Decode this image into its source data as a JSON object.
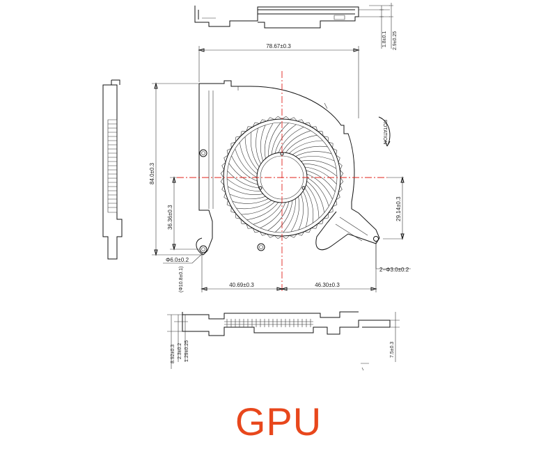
{
  "caption": "GPU",
  "caption_color": "#e8471c",
  "centerline_color": "#e0201a",
  "dimensions": {
    "top_view_height_1": "1.8±0.1",
    "top_view_height_2": "2.9±0.25",
    "overall_width": "78.67±0.3",
    "overall_height": "84.0±0.3",
    "hole_to_center_vertical": "36.36±0.3",
    "right_vertical": "29.14±0.3",
    "hole_diameter": "Φ6.0±0.2",
    "hole_secondary": "(Φ10.8±0.1)",
    "left_to_center": "40.69±0.3",
    "center_to_right": "46.30±0.3",
    "mount_holes": "2−Φ3.0±0.2",
    "side_thickness_1": "8.92±0.3",
    "side_thickness_2": "2.3±0.2",
    "side_thickness_3": "1.29±0.25",
    "side_right": "7.5±0.3"
  },
  "rotation_label": "ROTATION",
  "icons": [
    "rotation-arrow-icon"
  ]
}
